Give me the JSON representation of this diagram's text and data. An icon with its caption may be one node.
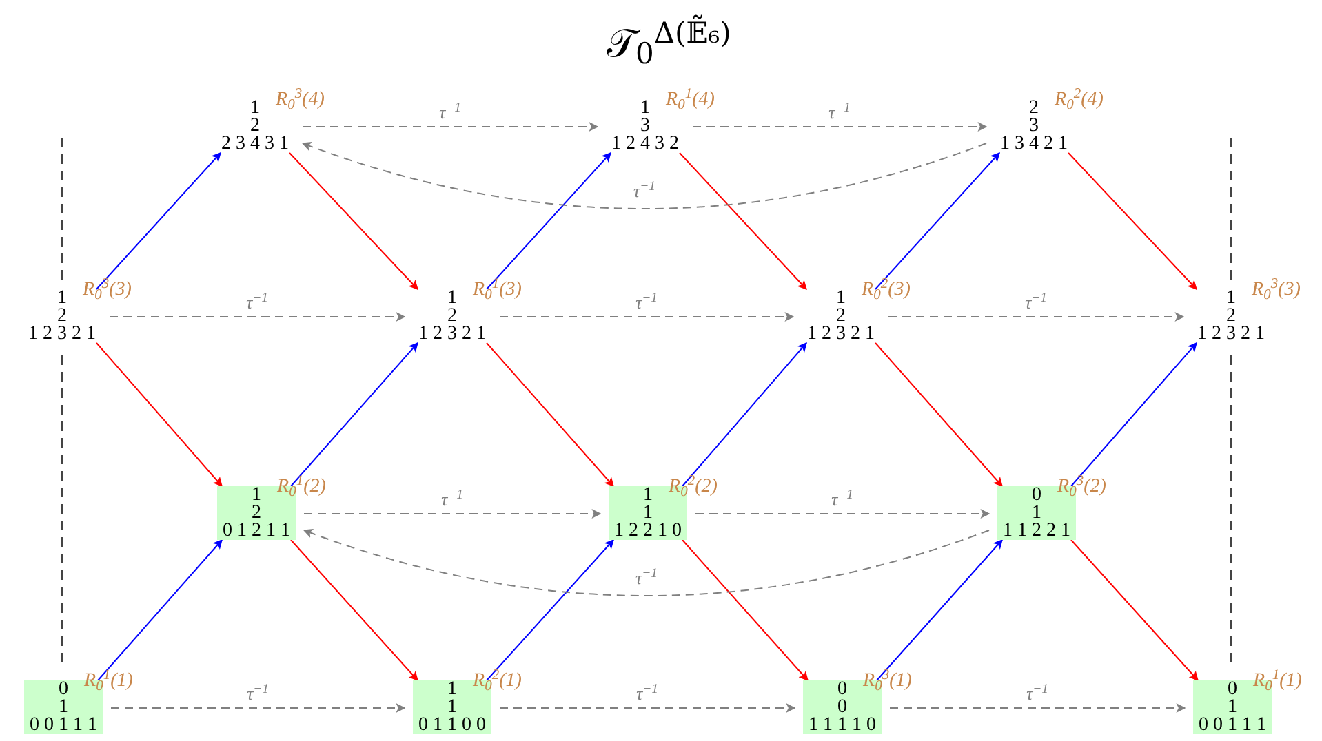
{
  "diagram": {
    "title": "𝒯$_{0}$$^{Δ(𝔼̃₆)}$",
    "nodes": [
      {
        "text": [
          "1",
          "2",
          "2 3 4 3 1"
        ],
        "beside": [
          "R$_{0}$$^{3}$(4)"
        ]
      },
      {
        "text": [
          "1",
          "3",
          "1 2 4 3 2"
        ],
        "beside": [
          "R$_{0}$$^{1}$(4)"
        ]
      },
      {
        "text": [
          "2",
          "3",
          "1 3 4 2 1"
        ],
        "beside": [
          "R$_{0}$$^{2}$(4)"
        ]
      },
      {
        "text": [
          "1",
          "2",
          "1 2 3 2 1"
        ],
        "beside": [
          "R$_{0}$$^{3}$(3)"
        ]
      },
      {
        "text": [
          "1",
          "2",
          "1 2 3 2 1"
        ],
        "beside": [
          "R$_{0}$$^{1}$(3)"
        ]
      },
      {
        "text": [
          "1",
          "2",
          "1 2 3 2 1"
        ],
        "beside": [
          "R$_{0}$$^{2}$(3)"
        ]
      },
      {
        "text": [
          "1",
          "2",
          "1 2 3 2 1"
        ],
        "beside": [
          "R$_{0}$$^{3}$(3)"
        ]
      },
      {
        "text": [
          "1",
          "2",
          "0 1 2 1 1"
        ],
        "beside": [
          "R$_{0}$$^{1}$(2)"
        ]
      },
      {
        "text": [
          "1",
          "1",
          "1 2 2 1 0"
        ],
        "beside": [
          "R$_{0}$$^{2}$(2)"
        ]
      },
      {
        "text": [
          "0",
          "1",
          "1 1 2 2 1"
        ],
        "beside": [
          "R$_{0}$$^{3}$(2)"
        ]
      },
      {
        "text": [
          "0",
          "1",
          "0 0 1 1 1"
        ],
        "beside": [
          "R$_{0}$$^{1}$(1)"
        ]
      },
      {
        "text": [
          "1",
          "1",
          "0 1 1 0 0"
        ],
        "beside": [
          "R$_{0}$$^{2}$(1)"
        ]
      },
      {
        "text": [
          "0",
          "0",
          "1 1 1 1 0"
        ],
        "beside": [
          "R$_{0}$$^{3}$(1)"
        ]
      },
      {
        "text": [
          "0",
          "1",
          "0 0 1 1 1"
        ],
        "beside": [
          "R$_{0}$$^{1}$(1)"
        ]
      }
    ],
    "edges": [
      {
        "from": 3,
        "to": 0,
        "arrow": "to",
        "color": "#0000ff"
      },
      {
        "from": 10,
        "to": 7,
        "arrow": "to",
        "color": "#0000ff"
      },
      {
        "from": 7,
        "to": 4,
        "arrow": "to",
        "color": "#0000ff"
      },
      {
        "from": 4,
        "to": 1,
        "arrow": "to",
        "color": "#0000ff"
      },
      {
        "from": 11,
        "to": 8,
        "arrow": "to",
        "color": "#0000ff"
      },
      {
        "from": 8,
        "to": 5,
        "arrow": "to",
        "color": "#0000ff"
      },
      {
        "from": 5,
        "to": 2,
        "arrow": "to",
        "color": "#0000ff"
      },
      {
        "from": 12,
        "to": 9,
        "arrow": "to",
        "color": "#0000ff"
      },
      {
        "from": 9,
        "to": 6,
        "arrow": "to",
        "color": "#0000ff"
      },
      {
        "from": 0,
        "to": 4,
        "arrow": "to",
        "color": "#ff0000"
      },
      {
        "from": 3,
        "to": 7,
        "arrow": "to",
        "color": "#ff0000"
      },
      {
        "from": 7,
        "to": 11,
        "arrow": "to",
        "color": "#ff0000"
      },
      {
        "from": 4,
        "to": 8,
        "arrow": "to",
        "color": "#ff0000"
      },
      {
        "from": 1,
        "to": 5,
        "arrow": "to",
        "color": "#ff0000"
      },
      {
        "from": 8,
        "to": 12,
        "arrow": "to",
        "color": "#ff0000"
      },
      {
        "from": 5,
        "to": 9,
        "arrow": "to",
        "color": "#ff0000"
      },
      {
        "from": 2,
        "to": 6,
        "arrow": "to",
        "color": "#ff0000"
      },
      {
        "from": 9,
        "to": 13,
        "arrow": "to",
        "color": "#ff0000"
      },
      {
        "from": 0,
        "to": 1,
        "arrow": "to",
        "style": "dashed",
        "label": "τ$^{−1}$"
      },
      {
        "from": 1,
        "to": 2,
        "arrow": "to",
        "style": "dashed",
        "label": "τ$^{−1}$"
      },
      {
        "from": 2,
        "to": 0,
        "arrow": "to",
        "style": "dashed",
        "label": "τ$^{−1}$"
      },
      {
        "from": 3,
        "to": 4,
        "arrow": "to",
        "style": "dashed",
        "label": "τ$^{−1}$"
      },
      {
        "from": 4,
        "to": 5,
        "arrow": "to",
        "style": "dashed",
        "label": "τ$^{−1}$"
      },
      {
        "from": 5,
        "to": 6,
        "arrow": "to",
        "style": "dashed",
        "label": "τ$^{−1}$"
      },
      {
        "from": 7,
        "to": 8,
        "arrow": "to",
        "style": "dashed",
        "label": "τ$^{−1}$"
      },
      {
        "from": 8,
        "to": 9,
        "arrow": "to",
        "style": "dashed",
        "label": "τ$^{−1}$"
      },
      {
        "from": 9,
        "to": 7,
        "arrow": "to",
        "style": "dashed",
        "label": "τ$^{−1}$"
      },
      {
        "from": 10,
        "to": 11,
        "arrow": "to",
        "style": "dashed",
        "label": "τ$^{−1}$"
      },
      {
        "from": 11,
        "to": 12,
        "arrow": "to",
        "style": "dashed",
        "label": "τ$^{−1}$"
      },
      {
        "from": 12,
        "to": 13,
        "arrow": "to",
        "style": "dashed",
        "label": "τ$^{−1}$"
      }
    ]
  }
}
